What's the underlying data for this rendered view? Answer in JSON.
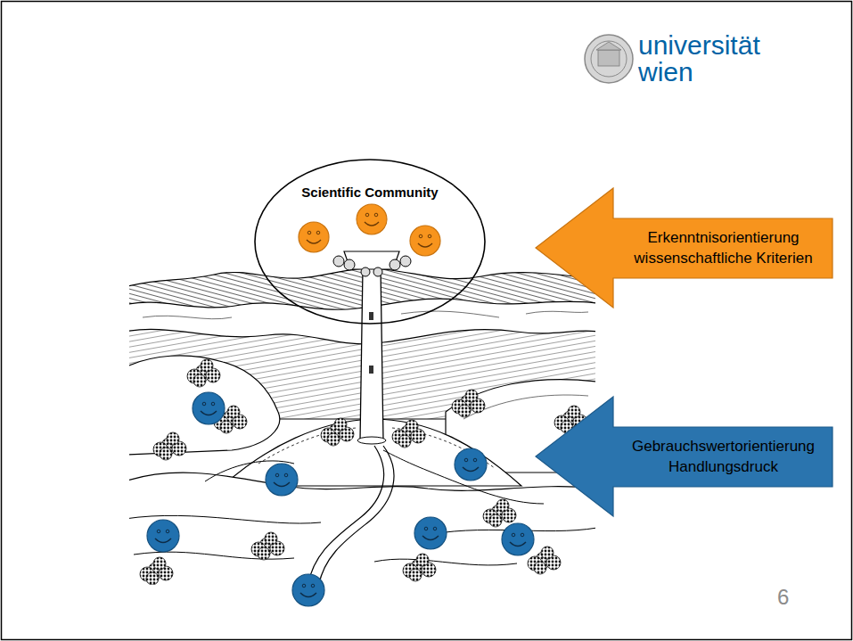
{
  "diagram": {
    "nodes": [
      {
        "text": [
          "Scientific Community"
        ]
      },
      {
        "text": [
          "Erkenntnisorientierung wissenschaftliche Kriterien"
        ]
      },
      {
        "text": [
          "Gebrauchswertorientierung Handlungsdruck"
        ]
      }
    ],
    "labels": [
      "universität",
      "wien",
      "6"
    ]
  }
}
